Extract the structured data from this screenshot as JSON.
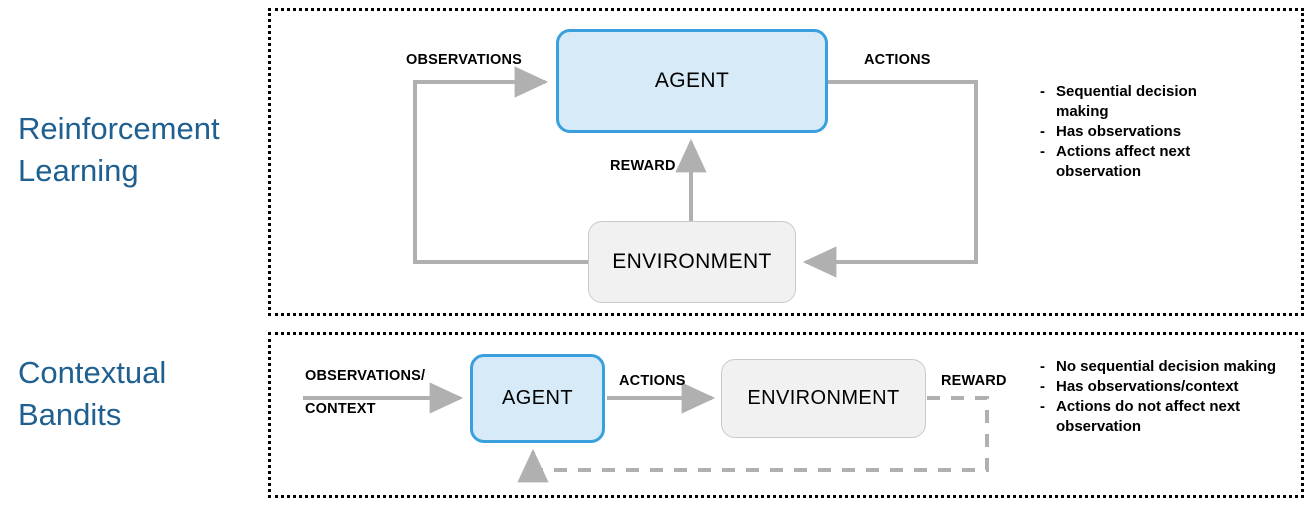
{
  "diagram": {
    "title_rl": "Reinforcement\nLearning",
    "title_cb": "Contextual\nBandits",
    "accent_color": "#1f6091",
    "agent_fill": "#d6eaf7",
    "agent_stroke": "#3aa0dd",
    "env_fill": "#f1f1f1",
    "env_stroke": "#c9c9c9",
    "edge_color": "#b0b0b0",
    "group_border_color": "#000000"
  },
  "reinforcement_learning": {
    "section_label": "Reinforcement\nLearning",
    "nodes": {
      "agent": "AGENT",
      "environment": "ENVIRONMENT"
    },
    "edges": {
      "observations": "OBSERVATIONS",
      "actions": "ACTIONS",
      "reward": "REWARD"
    },
    "bullets": [
      {
        "dash": "-",
        "text": "Sequential decision making"
      },
      {
        "dash": "-",
        "text": "Has observations"
      },
      {
        "dash": "-",
        "text": "Actions affect next observation"
      }
    ]
  },
  "contextual_bandits": {
    "section_label": "Contextual\nBandits",
    "nodes": {
      "agent": "AGENT",
      "environment": "ENVIRONMENT"
    },
    "edges": {
      "observations_line1": "OBSERVATIONS/",
      "observations_line2": "CONTEXT",
      "actions": "ACTIONS",
      "reward": "REWARD"
    },
    "bullets": [
      {
        "dash": "-",
        "text": "No sequential decision making"
      },
      {
        "dash": "-",
        "text": "Has observations/context"
      },
      {
        "dash": "-",
        "text": "Actions do not affect next observation"
      }
    ]
  }
}
